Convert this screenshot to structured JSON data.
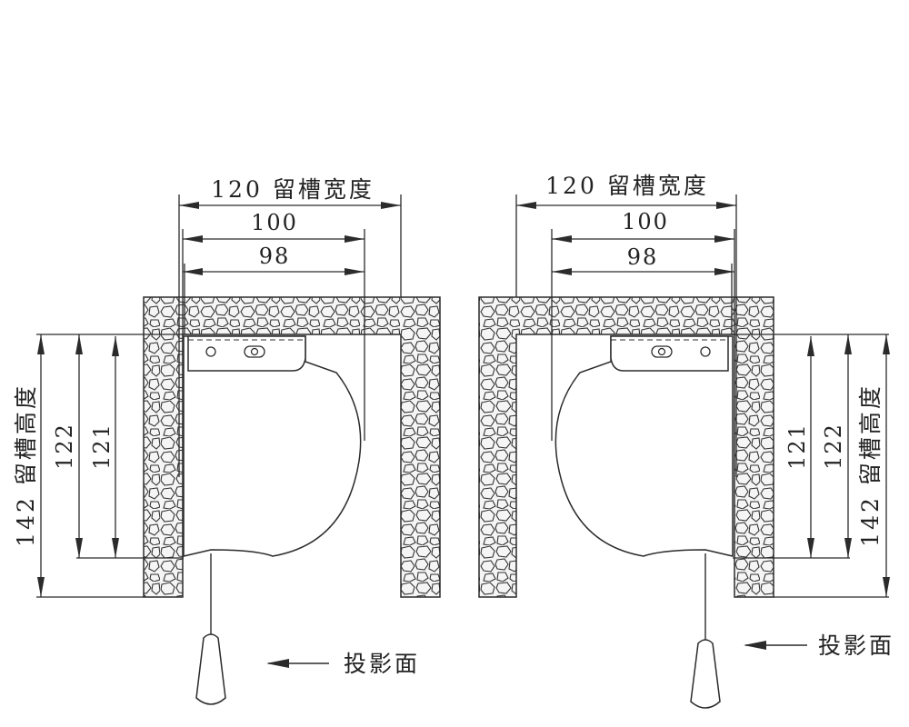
{
  "labels": {
    "slot_width": "120 留槽宽度",
    "width_100": "100",
    "width_98": "98",
    "slot_height": "142 留槽高度",
    "height_122": "122",
    "height_121": "121",
    "projection_surface": "投影面"
  },
  "colors": {
    "line": "#2b2b2b",
    "stone_fill": "#f4f4f4",
    "background": "#ffffff"
  }
}
